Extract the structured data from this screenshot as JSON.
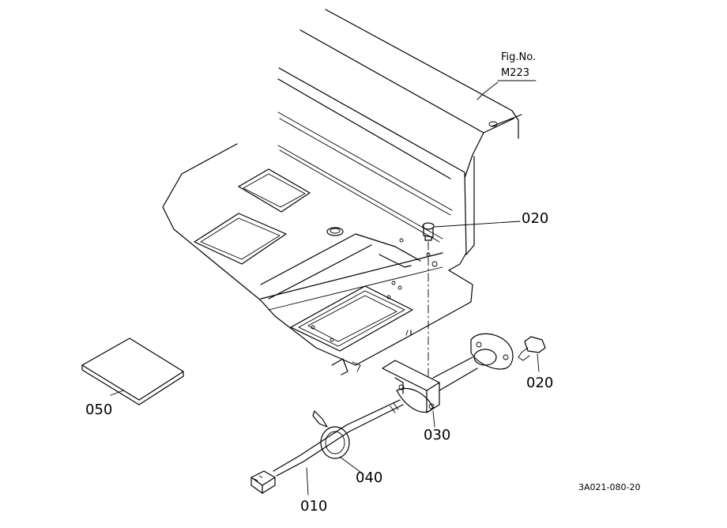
{
  "figure": {
    "fig_label": "Fig.No.",
    "fig_number": "M223"
  },
  "callouts": {
    "c020_upper": "020",
    "c020_lower": "020",
    "c030": "030",
    "c040": "040",
    "c010": "010",
    "c050": "050"
  },
  "drawing_code": "3A021-080-20"
}
